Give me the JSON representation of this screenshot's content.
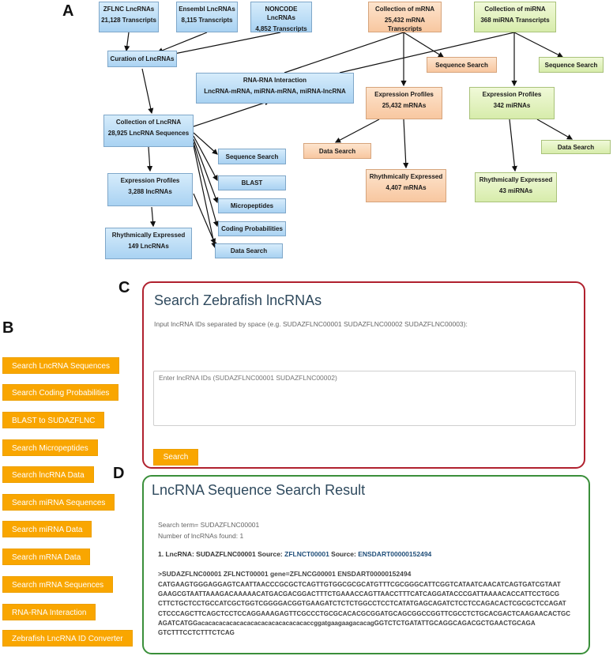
{
  "panel_letters": {
    "a": "A",
    "b": "B",
    "c": "C",
    "d": "D"
  },
  "flowchart": {
    "zflnc": {
      "line1": "ZFLNC LncRNAs",
      "line2": "21,128 Transcripts"
    },
    "ensembl": {
      "line1": "Ensembl LncRNAs",
      "line2": "8,115 Transcripts"
    },
    "noncode": {
      "line1": "NONCODE LncRNAs",
      "line2": "4,852 Transcripts"
    },
    "mrna_collection": {
      "line1": "Collection of mRNA",
      "line2": "25,432 mRNA Transcripts"
    },
    "mirna_collection": {
      "line1": "Collection of miRNA",
      "line2": "368 miRNA Transcripts"
    },
    "curation": {
      "line1": "Curation of LncRNAs"
    },
    "mrna_seq_search": {
      "line1": "Sequence Search"
    },
    "mirna_seq_search": {
      "line1": "Sequence Search"
    },
    "rna_rna": {
      "line1": "RNA-RNA Interaction",
      "line2": "LncRNA-mRNA, miRNA-mRNA, miRNA-lncRNA"
    },
    "mrna_expr": {
      "line1": "Expression Profiles",
      "line2": "25,432 mRNAs"
    },
    "mirna_expr": {
      "line1": "Expression Profiles",
      "line2": "342 miRNAs"
    },
    "lnc_collection": {
      "line1": "Collection of LncRNA",
      "line2": "28,925 LncRNA Sequences"
    },
    "mrna_data_search": {
      "line1": "Data Search"
    },
    "mirna_data_search": {
      "line1": "Data Search"
    },
    "lnc_seq_search": {
      "line1": "Sequence Search"
    },
    "blast": {
      "line1": "BLAST"
    },
    "lnc_expr": {
      "line1": "Expression Profiles",
      "line2": "3,288 lncRNAs"
    },
    "micropeptides": {
      "line1": "Micropeptides"
    },
    "mrna_rhythm": {
      "line1": "Rhythmically Expressed",
      "line2": "4,407 mRNAs"
    },
    "mirna_rhythm": {
      "line1": "Rhythmically Expressed",
      "line2": "43 miRNAs"
    },
    "coding_prob": {
      "line1": "Coding Probabilities"
    },
    "lnc_rhythm": {
      "line1": "Rhythmically Expressed",
      "line2": "149 LncRNAs"
    },
    "lnc_data_search": {
      "line1": "Data Search"
    }
  },
  "nav_buttons": [
    "Search LncRNA Sequences",
    "Search Coding Probabilities",
    "BLAST to SUDAZFLNC",
    "Search Micropeptides",
    "Search lncRNA Data",
    "Search miRNA Sequences",
    "Search miRNA Data",
    "Search mRNA Data",
    "Search mRNA Sequences",
    "RNA-RNA Interaction",
    "Zebrafish LncRNA ID Converter"
  ],
  "search_form": {
    "title": "Search Zebrafish lncRNAs",
    "instruction": "Input lncRNA IDs separated by space (e.g. SUDAZFLNC00001 SUDAZFLNC00002 SUDAZFLNC00003):",
    "placeholder": "Enter lncRNA IDs (SUDAZFLNC00001 SUDAZFLNC00002)",
    "button": "Search",
    "border_color": "#b0212e"
  },
  "result": {
    "title": "LncRNA Sequence Search Result",
    "search_term": "Search term= SUDAZFLNC00001",
    "count": "Number of lncRNAs found: 1",
    "entry_prefix": "1. LncRNA: SUDAZFLNC00001  Source: ",
    "source1": "ZFLNCT00001",
    "source_label": " Source: ",
    "source2": "ENSDART00000152494",
    "header_line": ">SUDAZFLNC00001 ZFLNCT00001 gene=ZFLNCG00001 ENSDART00000152494",
    "sequence_lines": [
      "CATGAAGTGGGAGGAGTCAATTAACCCGCGCTCAGTTGTGGCGCGCATGTTTCGCGGGCATTCGGTCATAATCAACATCAGTGATCGTAAT",
      "GAAGCGTAATTAAAGACAAAAACATGACGACGGACTTTCTGAAACCAGTTAACCTTTCATCAGGATACCCGATTAAAACACCATTCCTGCG",
      "CTTCTGCTCCTGCCATCGCTGGTCGGGGACGGTGAAGATCTCTCTGGCCTCCTCATATGAGCAGATCTCCTCCAGACACTCGCGCTCCAGAT",
      "CTCCCAGCTTCAGCTCCTCCAGGAAAGAGTTCGCCCTGCGCACACGCGGATGCAGCGGCCGGTTCGCCTCTGCACGACTCAAGAACACTGC",
      "AGATCATGGacacacacacacacacacacacacacacacaccggatgaagaagacacagGGTCTCTGATATTGCAGGCAGACGCTGAACTGCAGA",
      "GTCTTTCCTCTTTCTCAG"
    ],
    "border_color": "#3a8f3a"
  },
  "colors": {
    "nav_orange": "#f9a600",
    "title_text": "#2f4a5e",
    "blue_box": "#b9dcf5",
    "orange_box": "#f9cfae",
    "green_box": "#def0b8"
  }
}
